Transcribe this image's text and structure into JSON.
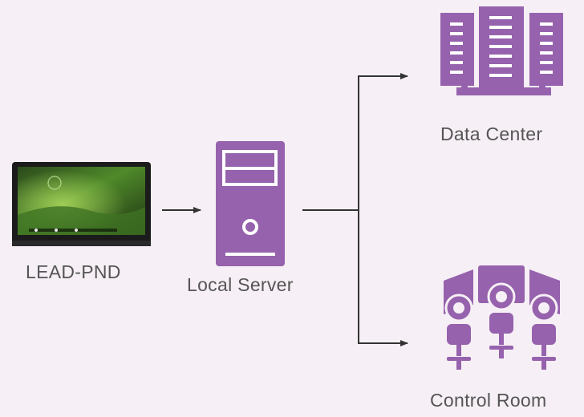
{
  "nodes": {
    "device": {
      "label": "LEAD-PND",
      "icon": "tablet-icon"
    },
    "server": {
      "label": "Local Server",
      "icon": "server-tower-icon"
    },
    "data_center": {
      "label": "Data Center",
      "icon": "server-rack-icon"
    },
    "control_room": {
      "label": "Control Room",
      "icon": "control-room-operators-icon"
    }
  },
  "colors": {
    "background": "#f6eff5",
    "accent": "#9662ad",
    "line": "#333333",
    "text": "#555555"
  }
}
